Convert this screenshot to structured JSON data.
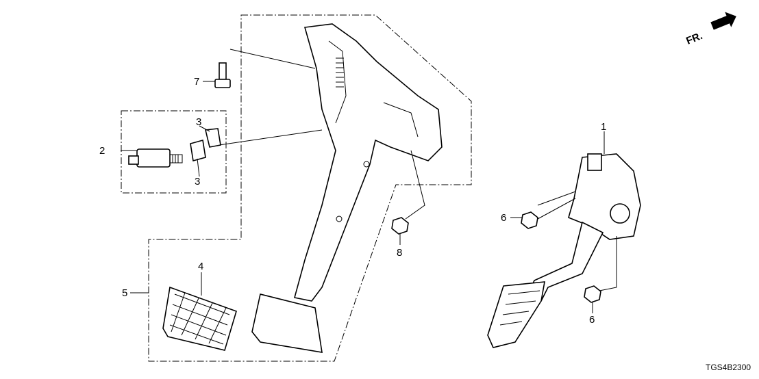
{
  "diagram": {
    "direction_marker": "FR.",
    "diagram_code": "TGS4B2300",
    "callouts": {
      "p1": "1",
      "p2": "2",
      "p3a": "3",
      "p3b": "3",
      "p4": "4",
      "p5": "5",
      "p6a": "6",
      "p6b": "6",
      "p7": "7",
      "p8": "8"
    }
  }
}
